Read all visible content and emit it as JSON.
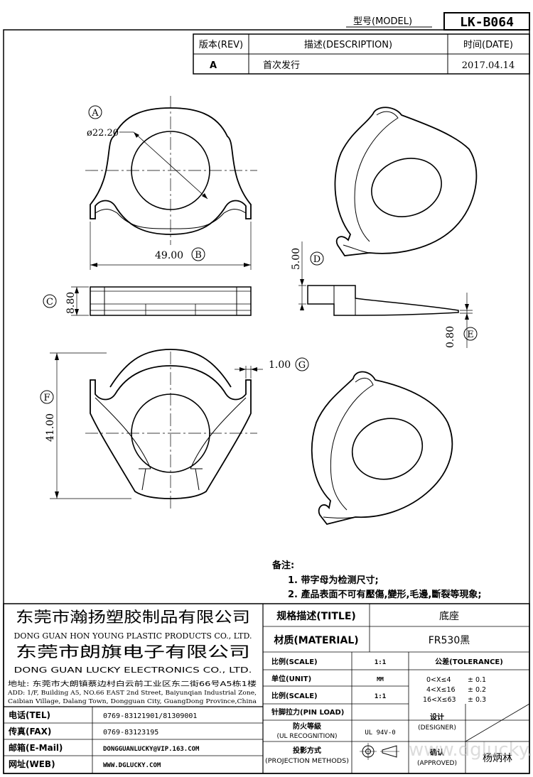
{
  "header": {
    "model_label": "型号(MODEL)",
    "model_value": "LK-B064",
    "rev_label": "版本(REV)",
    "desc_label": "描述(DESCRIPTION)",
    "date_label": "时间(DATE)",
    "rev_value": "A",
    "desc_value": "首次发行",
    "date_value": "2017.04.14"
  },
  "drawing": {
    "marker_a": "A",
    "marker_b": "B",
    "marker_c": "C",
    "marker_d": "D",
    "marker_e": "E",
    "marker_f": "F",
    "marker_g": "G",
    "dim_diameter": "ø22.20",
    "dim_width": "49.00",
    "dim_height_side": "8.80",
    "dim_height_d": "5.00",
    "dim_thickness_e": "0.80",
    "dim_g": "1.00",
    "dim_depth_f": "41.00"
  },
  "notes": {
    "title": "备注:",
    "items": [
      "1. 带字母为检测尺寸;",
      "2. 產品表面不可有壓傷,變形,毛邊,斷裂等現象;"
    ]
  },
  "company": {
    "name1_cn": "东莞市瀚扬塑胶制品有限公司",
    "name1_en": "DONG GUAN HON YOUNG PLASTIC PRODUCTS CO., LTD.",
    "name2_cn": "东莞市朗旗电子有限公司",
    "name2_en": "DONG GUAN LUCKY ELECTRONICS CO., LTD.",
    "address_cn": "地址: 东莞市大朗镇蔡边村白云前工业区东二街66号A5栋1楼",
    "address_en_1": "ADD: 1/F, Building A5, NO.66 EAST 2nd Street, Baiyunqian Industrial Zone,",
    "address_en_2": "Caibian Village, Dalang Town, Dongguan City, GuangDong Province,China",
    "tel_label": "电话(TEL)",
    "tel_value": "0769-83121901/81309001",
    "fax_label": "传真(FAX)",
    "fax_value": "0769-83123195",
    "email_label": "邮箱(E-Mail)",
    "email_value": "DONGGUANLUCKY@VIP.163.COM",
    "web_label": "网址(WEB)",
    "web_value": "WWW.DGLUCKY.COM"
  },
  "specs": {
    "title_label": "规格描述(TITLE)",
    "title_value": "底座",
    "material_label": "材质(MATERIAL)",
    "material_value": "FR530黑",
    "scale_label": "比例(SCALE)",
    "scale_value": "1:1",
    "unit_label": "单位(UNIT)",
    "unit_value": "MM",
    "scale2_label": "比例(SCALE)",
    "scale2_value": "1:1",
    "pin_label": "针脚拉力(PIN LOAD)",
    "fire_label_1": "防火等級",
    "fire_label_2": "(UL RECOGNITION)",
    "fire_value": "UL 94V-0",
    "proj_label_1": "投影方式",
    "proj_label_2": "(PROJECTION METHODS)",
    "tolerance_label": "公差(TOLERANCE)",
    "tol_1": "0<X≤4",
    "tol_1v": "± 0.1",
    "tol_2": "4<X≤16",
    "tol_2v": "± 0.2",
    "tol_3": "16<X≤63",
    "tol_3v": "± 0.3",
    "designer_label_1": "设计",
    "designer_label_2": "(DESIGNER)",
    "approved_label_1": "确认",
    "approved_label_2": "(APPROVED)",
    "approved_value": "杨炳林"
  },
  "watermark": "www.dglucky.com"
}
